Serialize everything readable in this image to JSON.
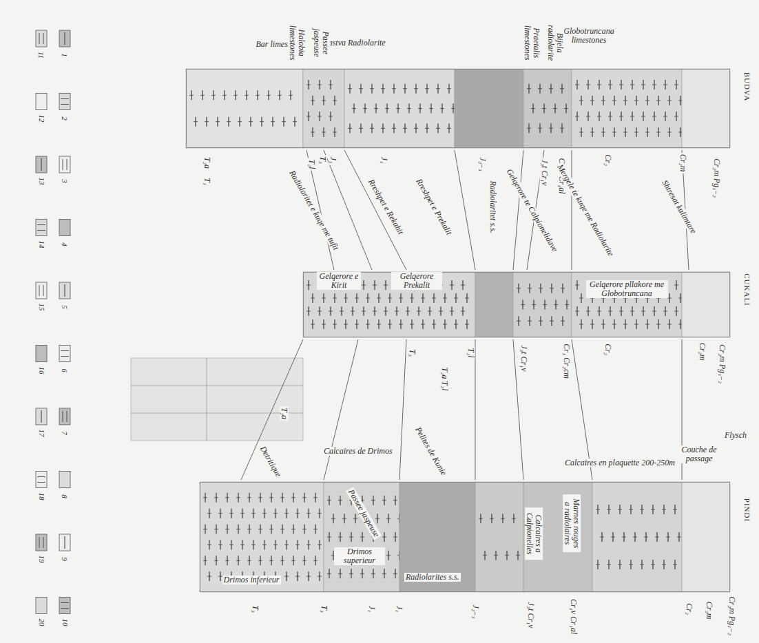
{
  "diagram": {
    "nodes": [
      {
        "text": [
          "BUDVA"
        ]
      },
      {
        "text": [
          "CUKALI"
        ]
      },
      {
        "text": [
          "PINDI"
        ]
      }
    ],
    "labels": [
      "Bar limestone",
      "Lastva Radiolarite",
      "Globotruncana limestones",
      "Halobia limestones",
      "Passee jaspeuse",
      "Praetalis limestones",
      "Bijela radiolarite",
      "T₂a",
      "T₁",
      "T₂l",
      "T₃",
      "J₁",
      "J₁",
      "J₂₋₃",
      "J₃t Cr₁v",
      "Cr₁b Cr₁al",
      "Cr₂",
      "Cr₂m",
      "Cr₂m Pg₁₋₂",
      "Radiolaritet e kuqe me tufit",
      "Rreshpet e Rekahit",
      "Rreshpet e Prekalit",
      "Radiolaritet s.s.",
      "Gelqerore te Calpionelidave",
      "Mergele te kuqe me Radiolarite",
      "Shtresat kalimtare",
      "Gelqerore e Kirit",
      "Gelqerore Prekalit",
      "Gelqerore pllakore me Globotruncana",
      "T₂a",
      "T₂a T₂l",
      "T₂l",
      "T₃",
      "J₃t Cr₁v",
      "Cr₁ Cr₂cm",
      "Cr₂",
      "Cr₂m",
      "Cr₂m Pg₁₋₂",
      "Calcaires de Drimos",
      "Detritique",
      "Passee jaspeuse",
      "Pelites de Kunie",
      "Calcaires a Calpionelles",
      "Marnes rouges a radiolaires",
      "Calcaires en plaquette 200-250m",
      "Couche de passage",
      "Flysch",
      "Drimos superieur",
      "Drimos inferieur",
      "Radiolarites s.s.",
      "T₃",
      "T₃",
      "J₁",
      "J₁",
      "J₂₋₃",
      "J₃t Cr₁v",
      "Cr₁v Cr₁al",
      "Cr₂",
      "Cr₂m",
      "Cr₂m Pg₁₋₂"
    ],
    "legend": [
      {
        "text": "1"
      },
      {
        "text": "2"
      },
      {
        "text": "3"
      },
      {
        "text": "4"
      },
      {
        "text": "5"
      },
      {
        "text": "6"
      },
      {
        "text": "7"
      },
      {
        "text": "8"
      },
      {
        "text": "9"
      },
      {
        "text": "10"
      },
      {
        "text": "11"
      },
      {
        "text": "12"
      },
      {
        "text": "13"
      },
      {
        "text": "14"
      },
      {
        "text": "15"
      },
      {
        "text": "16"
      },
      {
        "text": "17"
      },
      {
        "text": "18"
      },
      {
        "text": "19"
      },
      {
        "text": "20"
      }
    ]
  }
}
